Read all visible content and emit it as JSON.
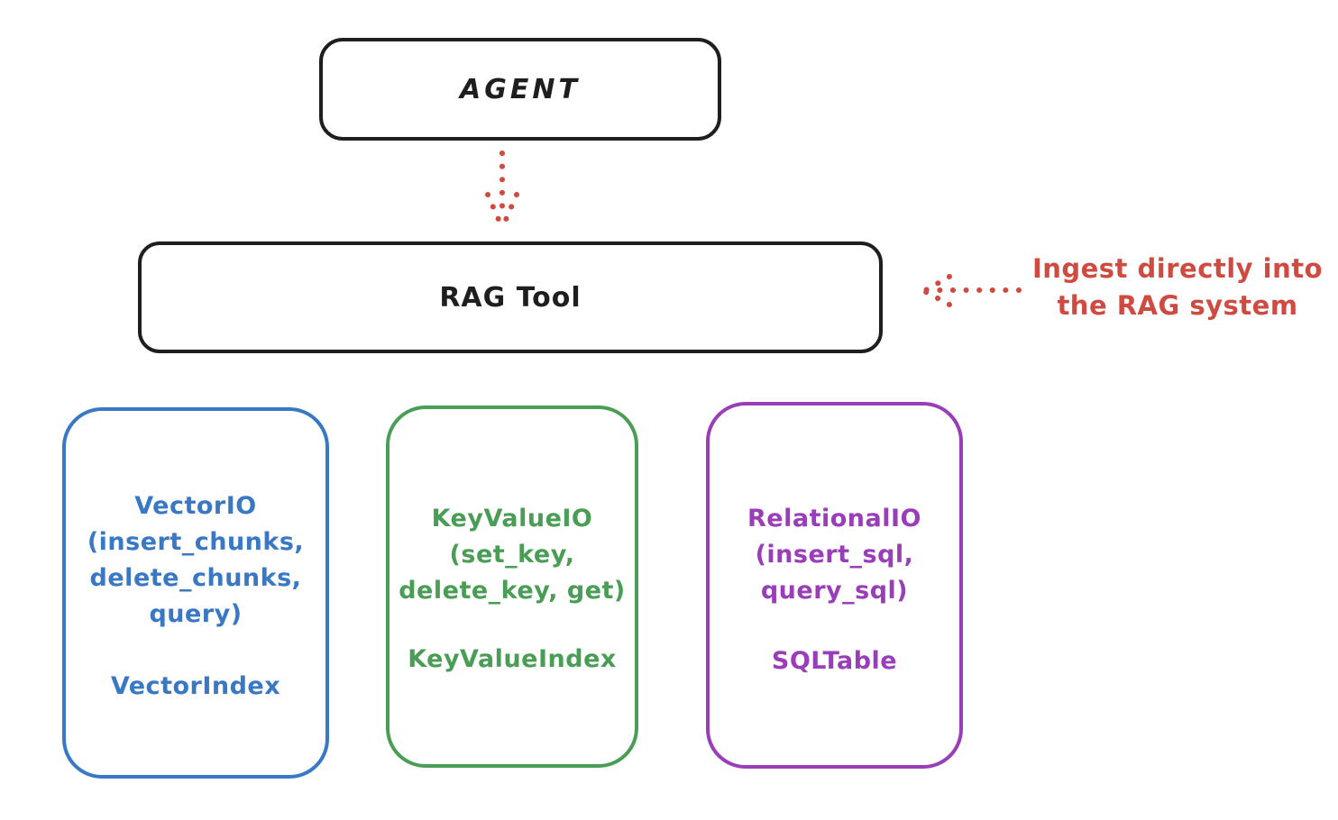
{
  "diagram": {
    "agent_label": "AGENT",
    "rag_tool_label": "RAG Tool",
    "annotation": "Ingest directly into\nthe RAG system",
    "backends": [
      {
        "name": "vector-io",
        "io_label": "VectorIO\n(insert_chunks,\ndelete_chunks,\nquery)",
        "index_label": "VectorIndex",
        "color": "#3878c4"
      },
      {
        "name": "key-value-io",
        "io_label": "KeyValueIO\n(set_key,\ndelete_key, get)",
        "index_label": "KeyValueIndex",
        "color": "#4a9d55"
      },
      {
        "name": "relational-io",
        "io_label": "RelationalIO\n(insert_sql,\nquery_sql)",
        "index_label": "SQLTable",
        "color": "#9a3db8"
      }
    ],
    "colors": {
      "ink": "#1e1e1e",
      "accent_red": "#cf4a40",
      "background": "#ffffff"
    }
  }
}
